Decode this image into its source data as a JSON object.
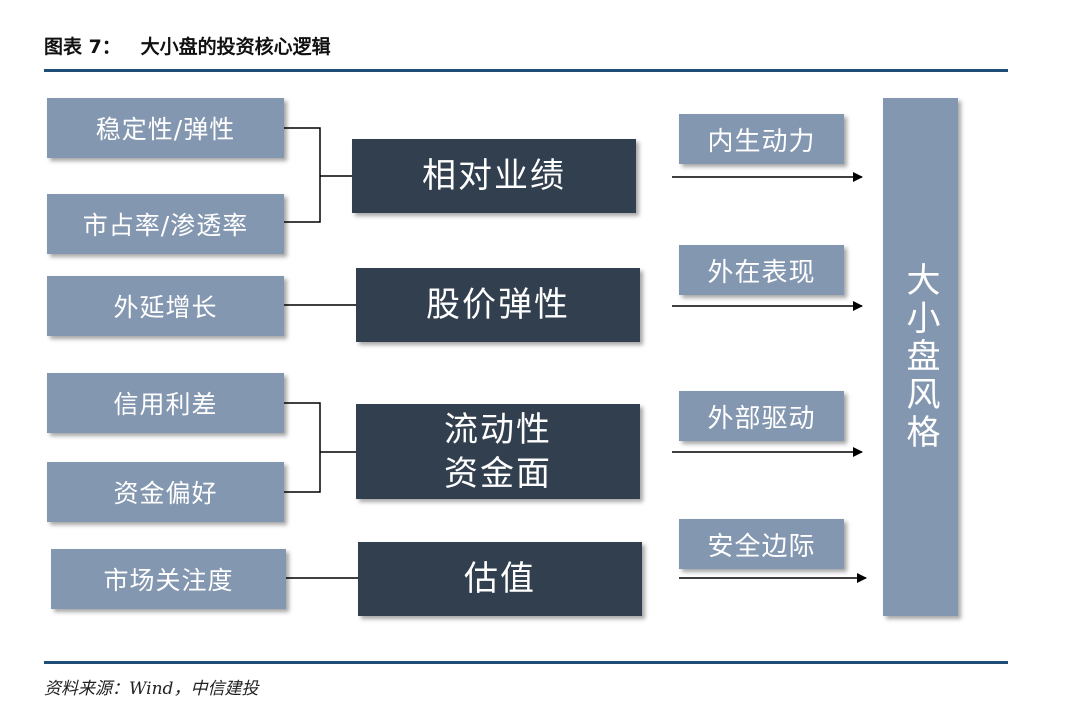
{
  "header": {
    "title": "图表 7：   大小盘的投资核心逻辑"
  },
  "footer": {
    "source": "资料来源：Wind，中信建投"
  },
  "diagram": {
    "left_factors": [
      "稳定性/弹性",
      "市占率/渗透率",
      "外延增长",
      "信用利差",
      "资金偏好",
      "市场关注度"
    ],
    "middle_drivers": [
      "相对业绩",
      "股价弹性",
      "流动性",
      "资金面",
      "估值"
    ],
    "right_labels": [
      "内生动力",
      "外在表现",
      "外部驱动",
      "安全边际"
    ],
    "target": "大小盘风格"
  }
}
